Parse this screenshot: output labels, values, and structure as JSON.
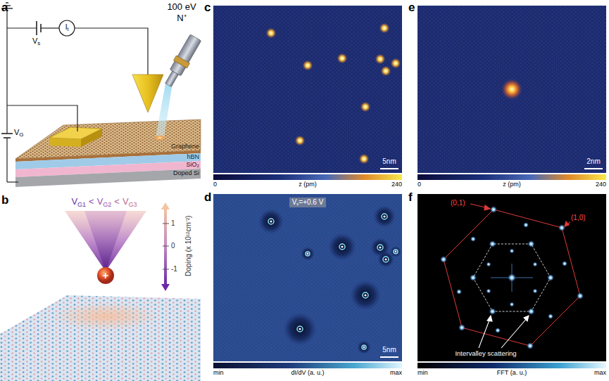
{
  "diagram": {
    "labels": [
      "a",
      "100 eV",
      "N⁺",
      "I",
      "t",
      "V",
      "s",
      "V",
      "G",
      "Graphene",
      "hBN",
      "SiO₂",
      "Doped Si",
      "b",
      "V",
      "G1",
      "<",
      "V",
      "G2",
      "<",
      "V",
      "G3",
      "1",
      "0",
      "-1",
      "Doping (x 10¹²cm⁻²)",
      "+",
      "c",
      "0",
      "z (pm)",
      "240",
      "5nm",
      "d",
      "Vₛ=+0.6 V",
      "5nm",
      "min",
      "dI/dV (a. u.)",
      "max",
      "e",
      "0",
      "z (pm)",
      "240",
      "2nm",
      "f",
      "(0,1)",
      "(1,0)",
      "Intervalley scattering",
      "min",
      "FFT (a. u.)",
      "max"
    ]
  }
}
